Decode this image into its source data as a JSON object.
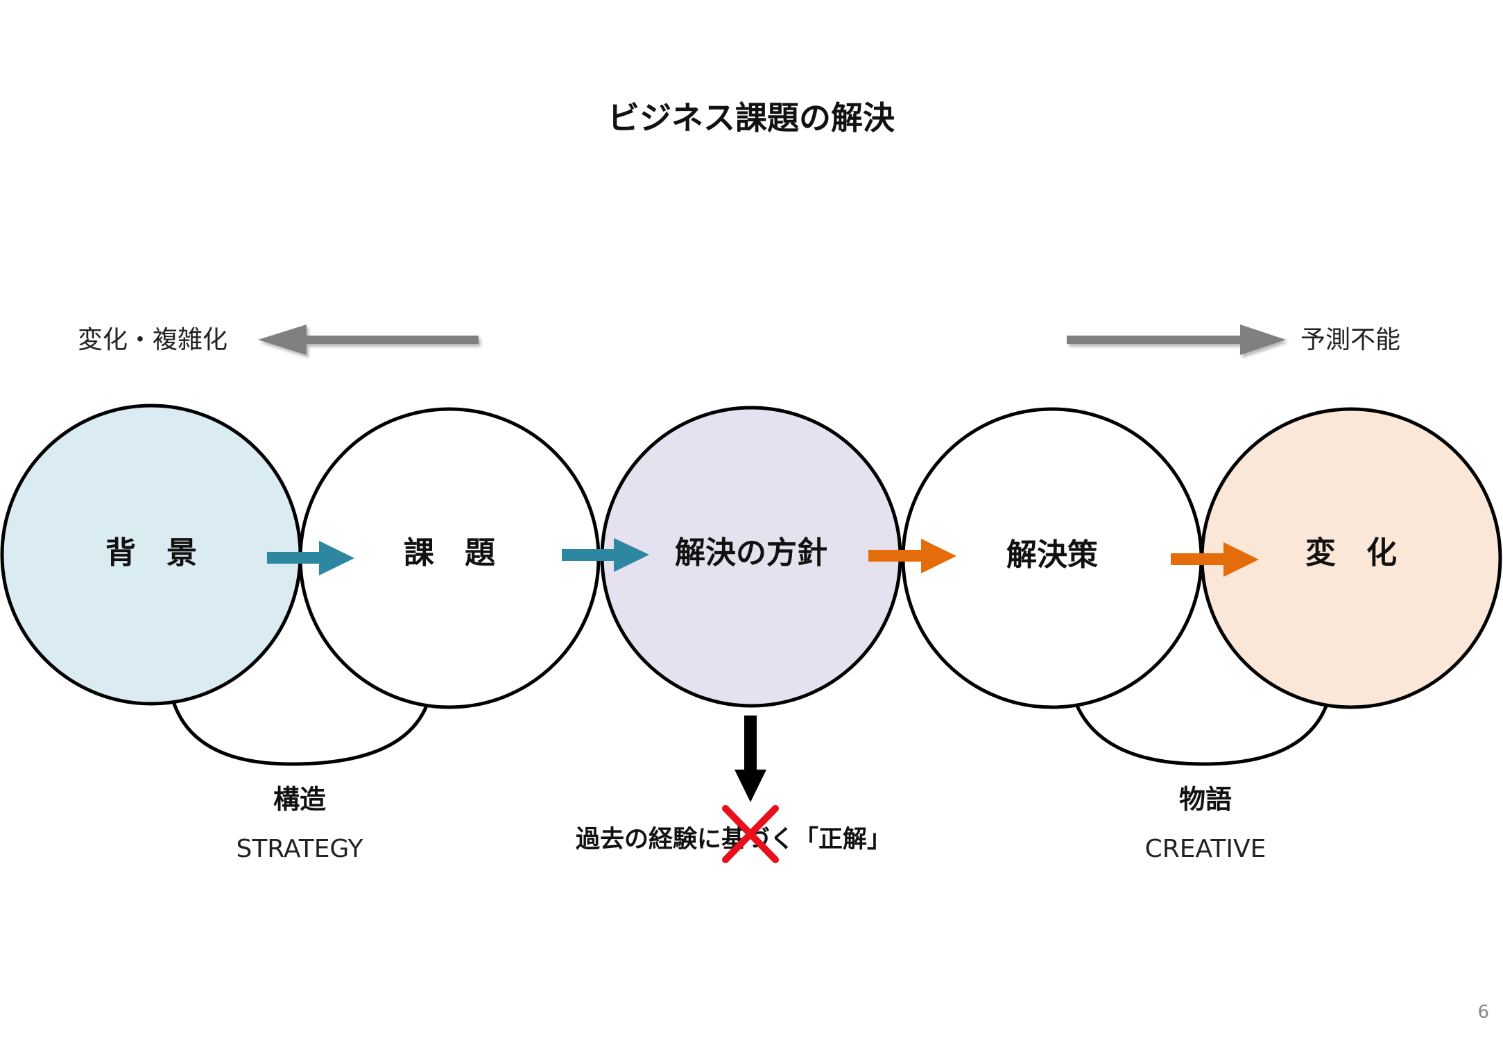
{
  "title": "ビジネス課題の解決",
  "trends": {
    "left_label": "変化・複雑化",
    "right_label": "予測不能",
    "arrow_color": "#808080"
  },
  "circles": [
    {
      "label": "背　景",
      "fill": "#DAEBF2"
    },
    {
      "label": "課　題",
      "fill": "#FFFFFF"
    },
    {
      "label": "解決の方針",
      "fill": "#E5E1EE"
    },
    {
      "label": "解決策",
      "fill": "#FFFFFF"
    },
    {
      "label": "変　化",
      "fill": "#FBE7D7"
    }
  ],
  "flow_arrow_colors": [
    "#2E87A0",
    "#2E87A0",
    "#E46C0A",
    "#E46C0A"
  ],
  "brackets": {
    "left": {
      "title": "構造",
      "subtitle": "STRATEGY"
    },
    "right": {
      "title": "物語",
      "subtitle": "CREATIVE"
    }
  },
  "rejected": {
    "text": "過去の経験に基づく「正解」",
    "cross_color": "#E8101A"
  },
  "page_number": "6"
}
